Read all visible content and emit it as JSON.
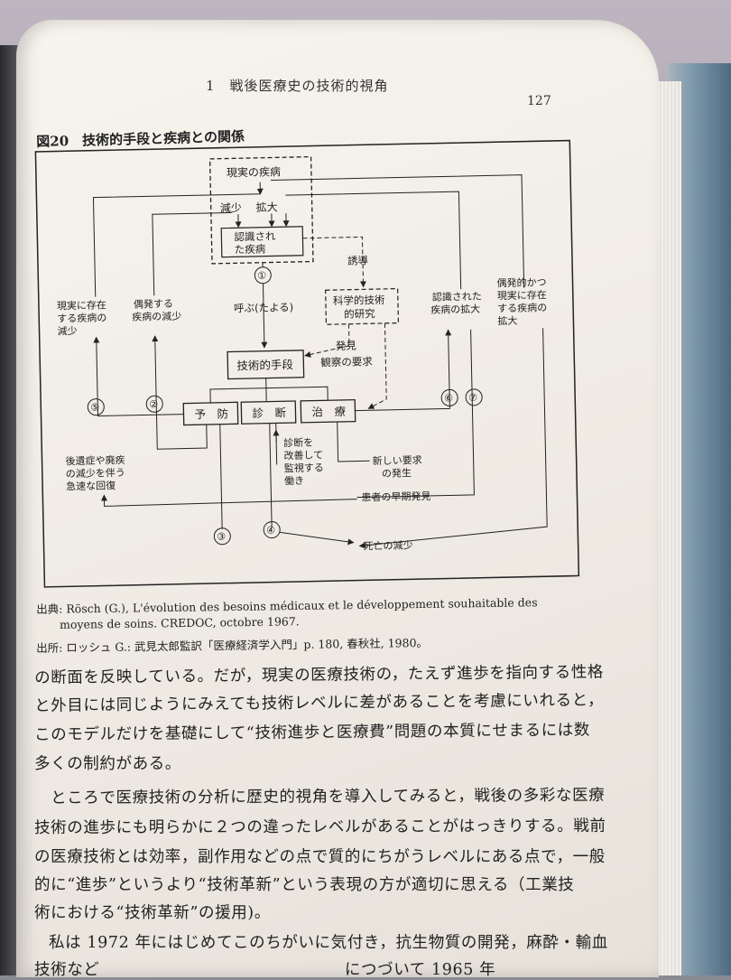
{
  "running_head": "1　戦後医療史の技術的視角",
  "page_number": "127",
  "figure": {
    "title": "図20　技術的手段と疾病との関係",
    "boxes": {
      "actual_disease": "現実の疾病",
      "decrease": "減少",
      "increase": "拡大",
      "recognized_disease_1": "認識され",
      "recognized_disease_2": "た疾病",
      "sci_research_1": "科学的技術",
      "sci_research_2": "的研究",
      "technical_means": "技術的手段",
      "prevention": "予　防",
      "diagnosis": "診　断",
      "treatment": "治　療"
    },
    "labels": {
      "induce": "誘導",
      "call": "呼ぶ(たよる)",
      "discovery": "発見",
      "observation_demand": "観察の要求",
      "reduce_actual_1": "現実に存在",
      "reduce_actual_2": "する疾病の",
      "reduce_actual_3": "減少",
      "reduce_incidental_1": "偶発する",
      "reduce_incidental_2": "疾病の減少",
      "expand_recognized_1": "認識された",
      "expand_recognized_2": "疾病の拡大",
      "expand_actual_1": "偶発的かつ",
      "expand_actual_2": "現実に存在",
      "expand_actual_3": "する疾病の",
      "expand_actual_4": "拡大",
      "recovery_1": "後遺症や廃疾",
      "recovery_2": "の減少を伴う",
      "recovery_3": "急速な回復",
      "improve_diag_1": "診断を",
      "improve_diag_2": "改善して",
      "improve_diag_3": "監視する",
      "improve_diag_4": "働き",
      "new_demand_1": "新しい要求",
      "new_demand_2": "の発生",
      "early_detection": "患者の早期発見",
      "death_reduction": "死亡の減少"
    },
    "numbers": [
      "①",
      "②",
      "③",
      "④",
      "⑤",
      "⑥",
      "⑦"
    ]
  },
  "source": {
    "line1": "出典: Rösch (G.), L'évolution des besoins médicaux et le développement souhaitable des",
    "line2": "moyens de soins. CREDOC, octobre 1967.",
    "line3": "出所: ロッシュ G.: 武見太郎監訳「医療経済学入門」p. 180, 春秋社, 1980。"
  },
  "body": [
    "の断面を反映している。だが，現実の医療技術の，たえず進歩を指向する性格",
    "と外目には同じようにみえても技術レベルに差があることを考慮にいれると，",
    "このモデルだけを基礎にして“技術進歩と医療費”問題の本質にせまるには数",
    "多くの制約がある。",
    "ところで医療技術の分析に歴史的視角を導入してみると，戦後の多彩な医療",
    "技術の進歩にも明らかに２つの違ったレベルがあることがはっきりする。戦前",
    "の医療技術とは効率，副作用などの点で質的にちがうレベルにある点で，一般",
    "的に“進歩”というより“技術革新”という表現の方が適切に思える（工業技",
    "術における“技術革新”の援用)。",
    "私は 1972 年にはじめてこのちがいに気付き，抗生物質の開発，麻酔・輸血",
    "技術など　　　　　　　　　　　　　　　につづいて 1965 年"
  ]
}
